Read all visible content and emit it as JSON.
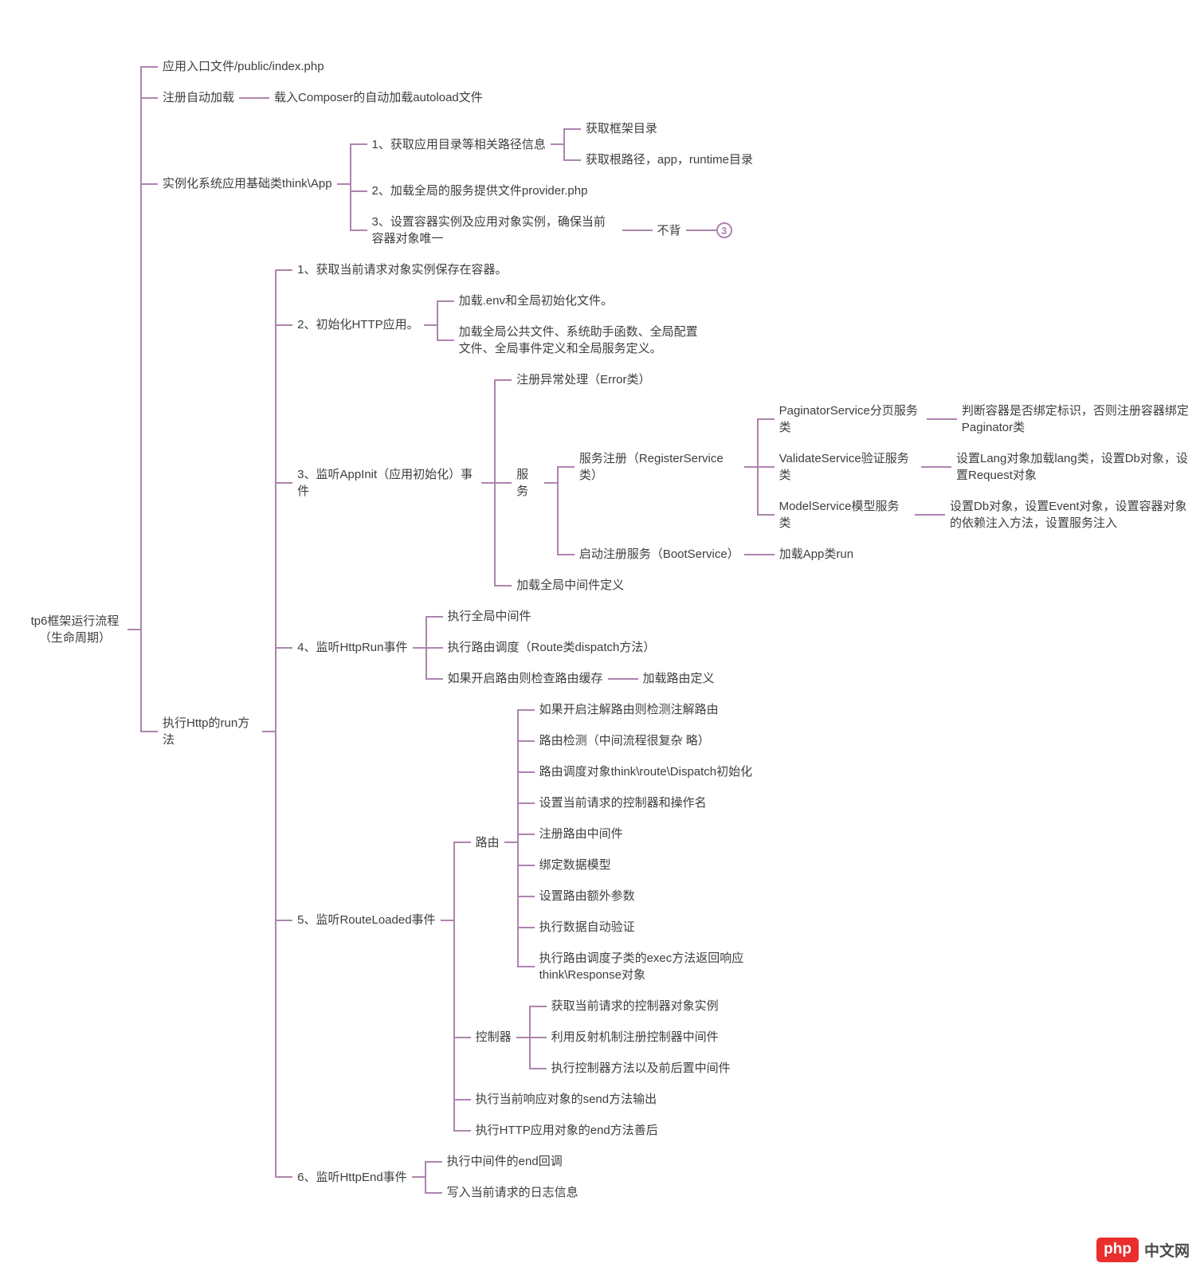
{
  "colors": {
    "connector_line": "#ad84ae",
    "text": "#3e3e3e",
    "logo_red": "#ea2e2e"
  },
  "watermark": {
    "logo": "php",
    "text": "中文网"
  },
  "tree": {
    "label": "tp6框架运行流程（生命周期）",
    "children": [
      {
        "label": "应用入口文件/public/index.php"
      },
      {
        "label": "注册自动加载",
        "children": [
          {
            "label": "载入Composer的自动加载autoload文件"
          }
        ]
      },
      {
        "label": "实例化系统应用基础类think\\App",
        "children": [
          {
            "label": "1、获取应用目录等相关路径信息",
            "children": [
              {
                "label": "获取框架目录"
              },
              {
                "label": "获取根路径，app，runtime目录"
              }
            ]
          },
          {
            "label": "2、加载全局的服务提供文件provider.php"
          },
          {
            "label": "3、设置容器实例及应用对象实例，确保当前容器对象唯一",
            "children": [
              {
                "label": "不背",
                "children": [
                  {
                    "label": "3",
                    "type": "badge"
                  }
                ]
              }
            ]
          }
        ]
      },
      {
        "label": "执行Http的run方法",
        "children": [
          {
            "label": "1、获取当前请求对象实例保存在容器。"
          },
          {
            "label": "2、初始化HTTP应用。",
            "children": [
              {
                "label": "加载.env和全局初始化文件。"
              },
              {
                "label": "加载全局公共文件、系统助手函数、全局配置文件、全局事件定义和全局服务定义。"
              }
            ]
          },
          {
            "label": "3、监听AppInit（应用初始化）事件",
            "children": [
              {
                "label": "注册异常处理（Error类）"
              },
              {
                "label": "服务",
                "children": [
                  {
                    "label": "服务注册（RegisterService类）",
                    "children": [
                      {
                        "label": "PaginatorService分页服务类",
                        "children": [
                          {
                            "label": "判断容器是否绑定标识，否则注册容器绑定Paginator类"
                          }
                        ]
                      },
                      {
                        "label": "ValidateService验证服务类",
                        "children": [
                          {
                            "label": "设置Lang对象加载lang类，设置Db对象，设置Request对象"
                          }
                        ]
                      },
                      {
                        "label": "ModelService模型服务类",
                        "children": [
                          {
                            "label": "设置Db对象，设置Event对象，设置容器对象的依赖注入方法，设置服务注入"
                          }
                        ]
                      }
                    ]
                  },
                  {
                    "label": "启动注册服务（BootService）",
                    "children": [
                      {
                        "label": "加载App类run"
                      }
                    ]
                  }
                ]
              },
              {
                "label": "加载全局中间件定义"
              }
            ]
          },
          {
            "label": "4、监听HttpRun事件",
            "children": [
              {
                "label": "执行全局中间件"
              },
              {
                "label": "执行路由调度（Route类dispatch方法）"
              },
              {
                "label": "如果开启路由则检查路由缓存",
                "children": [
                  {
                    "label": "加载路由定义"
                  }
                ]
              }
            ]
          },
          {
            "label": "5、监听RouteLoaded事件",
            "children": [
              {
                "label": "路由",
                "children": [
                  {
                    "label": "如果开启注解路由则检测注解路由"
                  },
                  {
                    "label": "路由检测（中间流程很复杂 略）"
                  },
                  {
                    "label": "路由调度对象think\\route\\Dispatch初始化"
                  },
                  {
                    "label": "设置当前请求的控制器和操作名"
                  },
                  {
                    "label": "注册路由中间件"
                  },
                  {
                    "label": "绑定数据模型"
                  },
                  {
                    "label": "设置路由额外参数"
                  },
                  {
                    "label": "执行数据自动验证"
                  },
                  {
                    "label": "执行路由调度子类的exec方法返回响应think\\Response对象"
                  }
                ]
              },
              {
                "label": "控制器",
                "children": [
                  {
                    "label": "获取当前请求的控制器对象实例"
                  },
                  {
                    "label": "利用反射机制注册控制器中间件"
                  },
                  {
                    "label": "执行控制器方法以及前后置中间件"
                  }
                ]
              },
              {
                "label": "执行当前响应对象的send方法输出"
              },
              {
                "label": "执行HTTP应用对象的end方法善后"
              }
            ]
          },
          {
            "label": "6、监听HttpEnd事件",
            "children": [
              {
                "label": "执行中间件的end回调"
              },
              {
                "label": "写入当前请求的日志信息"
              }
            ]
          }
        ]
      }
    ]
  }
}
